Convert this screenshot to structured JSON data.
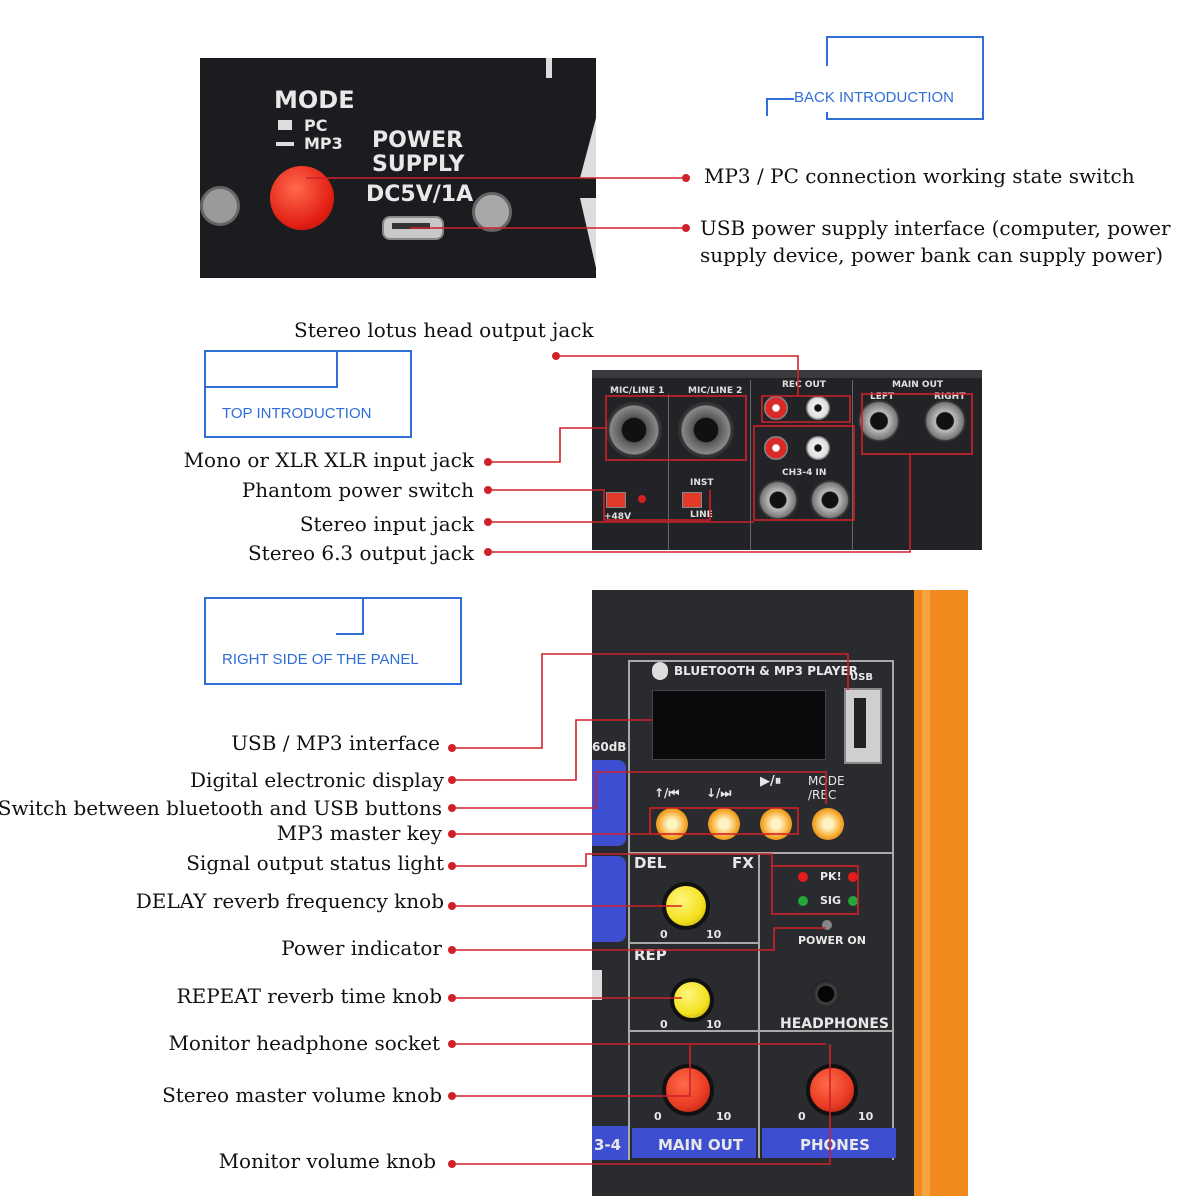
{
  "sections": {
    "back": "BACK INTRODUCTION",
    "top": "TOP INTRODUCTION",
    "right": "RIGHT SIDE OF THE PANEL"
  },
  "back_panel": {
    "mode": "MODE",
    "pc": "PC",
    "mp3": "MP3",
    "power1": "POWER",
    "power2": "SUPPLY",
    "dc": "DC5V/1A"
  },
  "top_panel": {
    "mic1": "MIC/LINE 1",
    "mic2": "MIC/LINE 2",
    "rec_out": "REC OUT",
    "main_out": "MAIN OUT",
    "left": "LEFT",
    "right": "RIGHT",
    "ch34": "CH3-4 IN",
    "phantom": "+48V",
    "inst": "INST",
    "line": "LINE"
  },
  "side_panel": {
    "bt": "BLUETOOTH & MP3 PLAYER",
    "usb": "USB",
    "mode": "MODE",
    "rec": "/REC",
    "del": "DEL",
    "fx": "FX",
    "rep": "REP",
    "pk": "PK!",
    "sig": "SIG",
    "power_on": "POWER ON",
    "headphones": "HEADPHONES",
    "main_out": "MAIN OUT",
    "phones": "PHONES",
    "ch": "3-4",
    "db": "60dB",
    "zero": "0",
    "ten": "10"
  },
  "callouts": {
    "mode_switch": "MP3 / PC connection working state switch",
    "usb_power1": "USB power supply interface (computer, power",
    "usb_power2": "supply device, power bank can supply power)",
    "lotus": "Stereo lotus head output jack",
    "xlr": "Mono or XLR XLR input jack",
    "phantom": "Phantom power switch",
    "stereo_in": "Stereo input jack",
    "stereo_out": "Stereo 6.3 output jack",
    "usb_mp3": "USB / MP3 interface",
    "display": "Digital electronic display",
    "switch_bt": "Switch between bluetooth and USB buttons",
    "mp3_key": "MP3 master key",
    "signal_light": "Signal output status light",
    "delay_knob": "DELAY reverb frequency knob",
    "power_ind": "Power indicator",
    "repeat_knob": "REPEAT reverb time knob",
    "headphone_socket": "Monitor headphone socket",
    "master_vol": "Stereo master volume knob",
    "monitor_vol": "Monitor volume knob"
  },
  "colors": {
    "accent_line": "#d0212a",
    "frame": "#2f6ed6",
    "panel": "#1b1c1f",
    "orange": "#f08a1c",
    "knob_red": "#e83a22",
    "knob_yellow": "#f4e11e",
    "side_blue": "#3d4fd0"
  }
}
